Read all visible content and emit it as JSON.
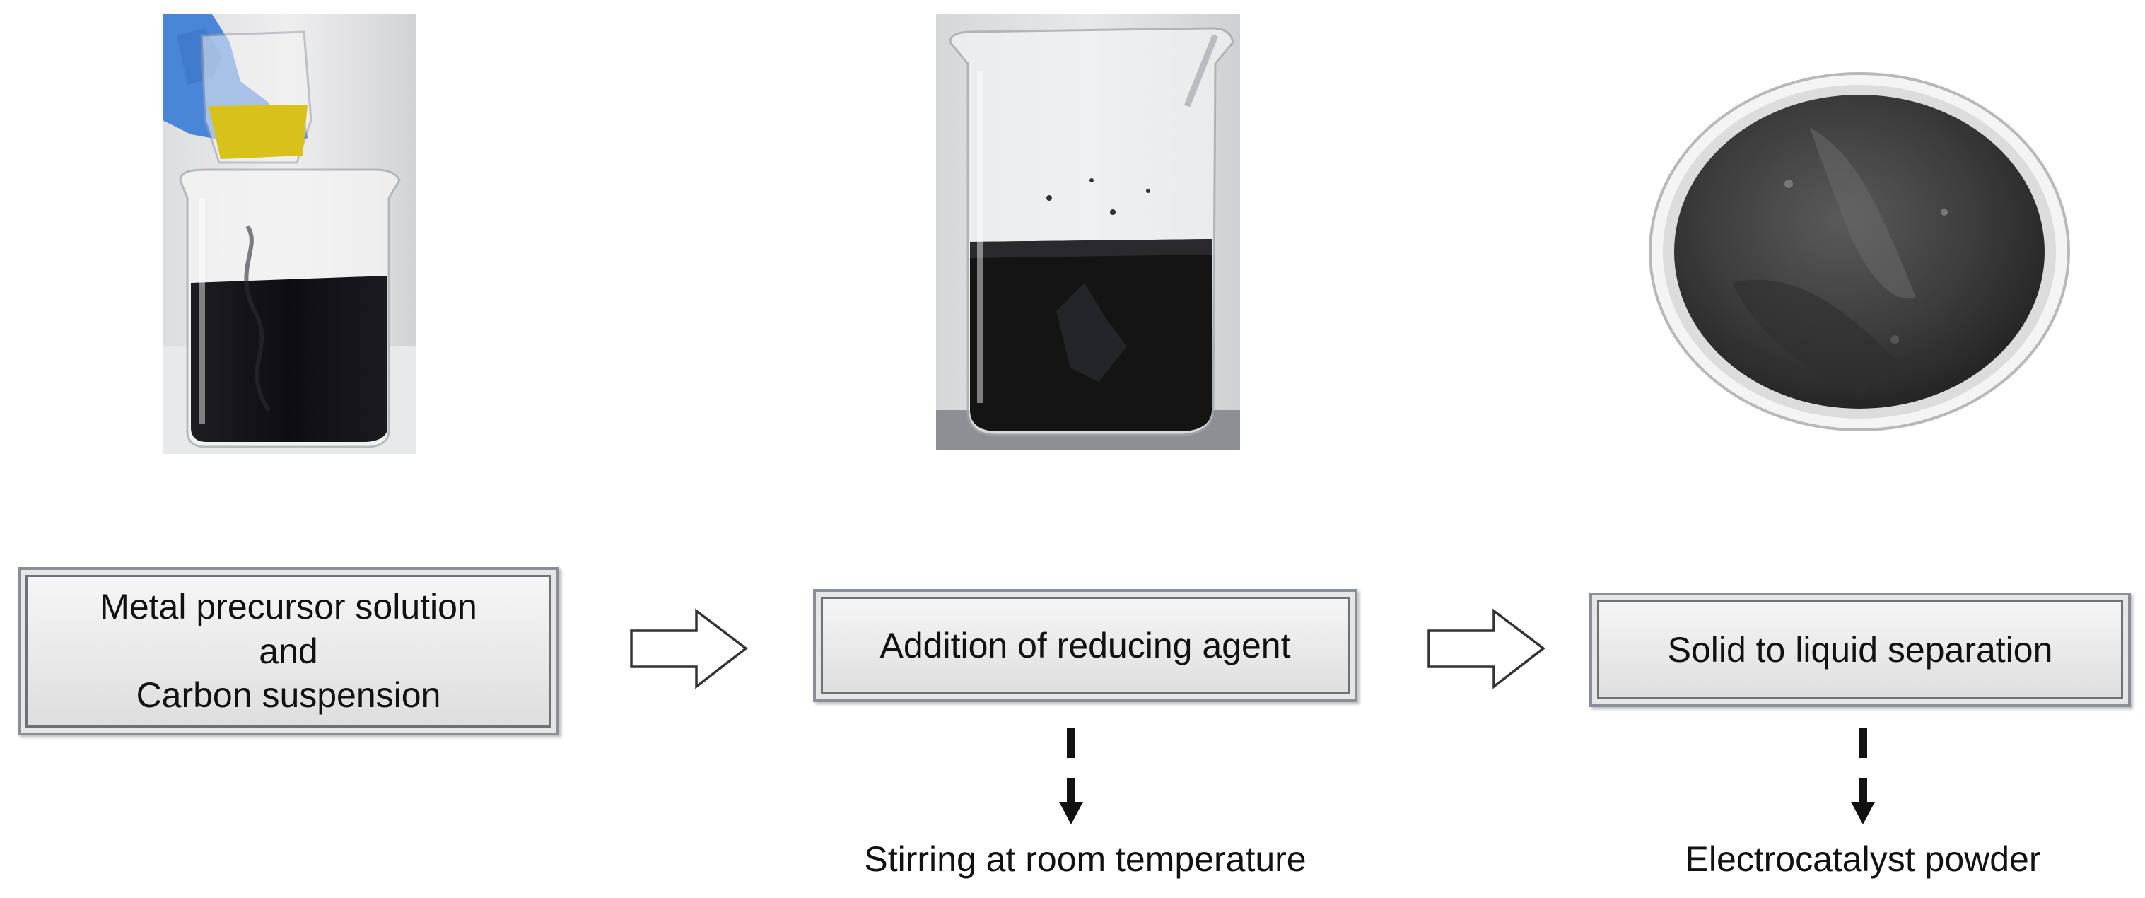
{
  "photos": [
    {
      "subject": "gloved hand pouring yellow precursor solution into beaker of black carbon suspension"
    },
    {
      "subject": "beaker with dark liquid after addition of reducing agent"
    },
    {
      "subject": "dish of black electrocatalyst powder"
    }
  ],
  "steps": [
    {
      "lines": [
        "Metal precursor solution",
        "and",
        "Carbon suspension"
      ]
    },
    {
      "lines": [
        "Addition of reducing agent"
      ]
    },
    {
      "lines": [
        "Solid to liquid separation"
      ]
    }
  ],
  "results": {
    "step2": "Stirring at room temperature",
    "step3": "Electrocatalyst powder"
  },
  "colors": {
    "box_border": "#8a8e96",
    "box_fill": "#e4e4e4",
    "liquid_black": "#141414",
    "precursor_yellow": "#d8c21a",
    "glove_blue": "#4a86d8"
  },
  "icons": [
    "right-arrow-icon",
    "dashed-down-arrow-icon"
  ]
}
